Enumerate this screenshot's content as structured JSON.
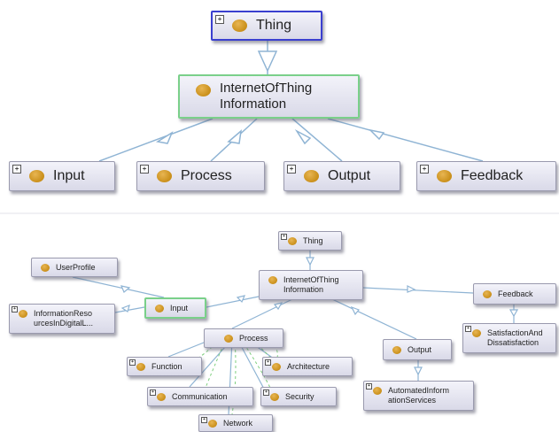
{
  "top": {
    "root": {
      "label": "Thing",
      "expandable": true
    },
    "center": {
      "label": "InternetOfThing\nInformation",
      "expandable": false
    },
    "children": [
      {
        "label": "Input",
        "expandable": true
      },
      {
        "label": "Process",
        "expandable": true
      },
      {
        "label": "Output",
        "expandable": true
      },
      {
        "label": "Feedback",
        "expandable": true
      }
    ]
  },
  "bottom": {
    "thing": {
      "label": "Thing",
      "expandable": true
    },
    "iot": {
      "label": "InternetOfThing\nInformation",
      "expandable": false
    },
    "user_profile": {
      "label": "UserProfile",
      "expandable": false
    },
    "info_resources": {
      "label": "InformationReso\nurcesInDigitalL...",
      "expandable": true
    },
    "input": {
      "label": "Input",
      "expandable": false
    },
    "feedback": {
      "label": "Feedback",
      "expandable": false
    },
    "satisfaction": {
      "label": "SatisfactionAnd\nDissatisfaction",
      "expandable": true
    },
    "process": {
      "label": "Process",
      "expandable": false
    },
    "output": {
      "label": "Output",
      "expandable": false
    },
    "automated": {
      "label": "AutomatedInform\nationServices",
      "expandable": true
    },
    "function": {
      "label": "Function",
      "expandable": true
    },
    "architecture": {
      "label": "Architecture",
      "expandable": true
    },
    "communication": {
      "label": "Communication",
      "expandable": true
    },
    "security": {
      "label": "Security",
      "expandable": true
    },
    "network": {
      "label": "Network",
      "expandable": true
    }
  },
  "colors": {
    "edge": "#8fb4d4",
    "dashed_edge": "#7fcf7f",
    "node_dot": "#d39a26",
    "root_border": "#3a3fcf",
    "center_border": "#7ad08a"
  },
  "icons": {
    "plus": "+",
    "class_dot": "class-circle-icon"
  }
}
